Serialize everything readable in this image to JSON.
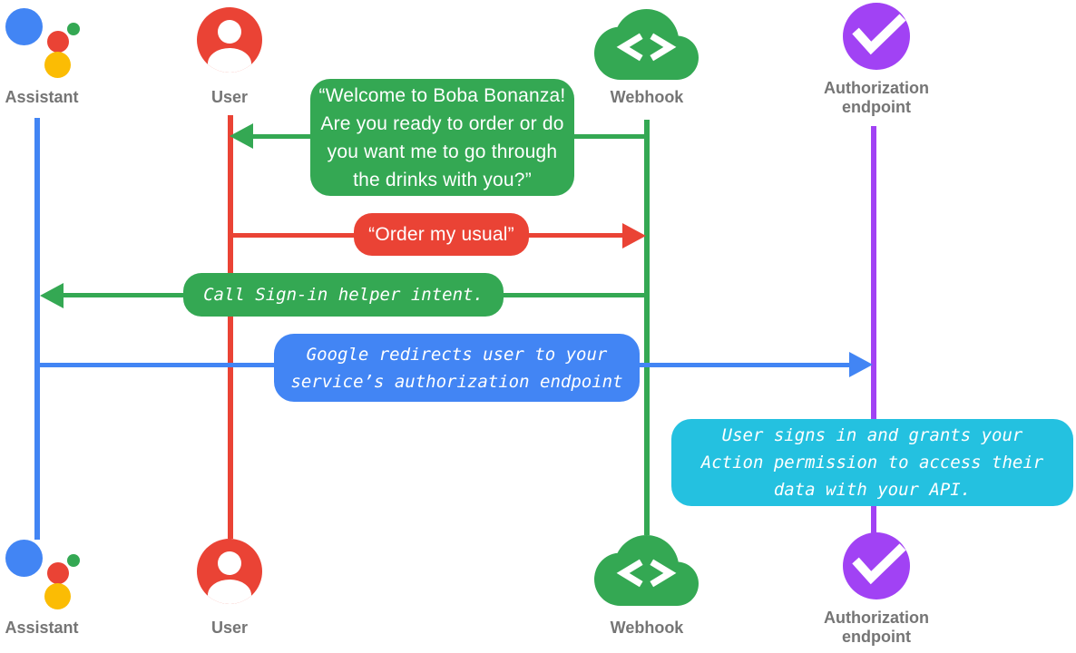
{
  "diagram_type": "sequence-diagram",
  "actors": {
    "assistant": {
      "label": "Assistant",
      "icon": "google-assistant-logo",
      "color": "#4285F4"
    },
    "user": {
      "label": "User",
      "icon": "account-circle",
      "color": "#EA4335"
    },
    "webhook": {
      "label": "Webhook",
      "icon": "code-cloud",
      "color": "#34A853"
    },
    "auth": {
      "label": "Authorization endpoint",
      "icon": "check-circle",
      "color": "#A142F4"
    }
  },
  "messages": {
    "welcome": {
      "from": "webhook",
      "to": "user",
      "color": "#34A853",
      "lines": [
        "“Welcome to Boba Bonanza!",
        "Are you ready to order or do",
        "you want me to go through",
        "the drinks with you?”"
      ]
    },
    "order": {
      "from": "user",
      "to": "webhook",
      "color": "#EA4335",
      "text": "“Order my usual”"
    },
    "signin": {
      "from": "webhook",
      "to": "assistant",
      "color": "#34A853",
      "text": "Call Sign-in helper intent."
    },
    "redirect": {
      "from": "assistant",
      "to": "auth",
      "color": "#4285F4",
      "lines": [
        "Google redirects user to your",
        "service’s authorization endpoint"
      ]
    },
    "grant": {
      "note_at": "auth",
      "color": "#24C1E0",
      "lines": [
        "User signs in and grants your",
        "Action permission to access their",
        "data with your API."
      ]
    }
  },
  "colors": {
    "assistant_blue": "#4285F4",
    "user_red": "#EA4335",
    "webhook_green": "#34A853",
    "authorization_purple": "#A142F4",
    "note_cyan": "#24C1E0",
    "logo_yellow": "#FBBC04",
    "label_gray": "#757575"
  }
}
